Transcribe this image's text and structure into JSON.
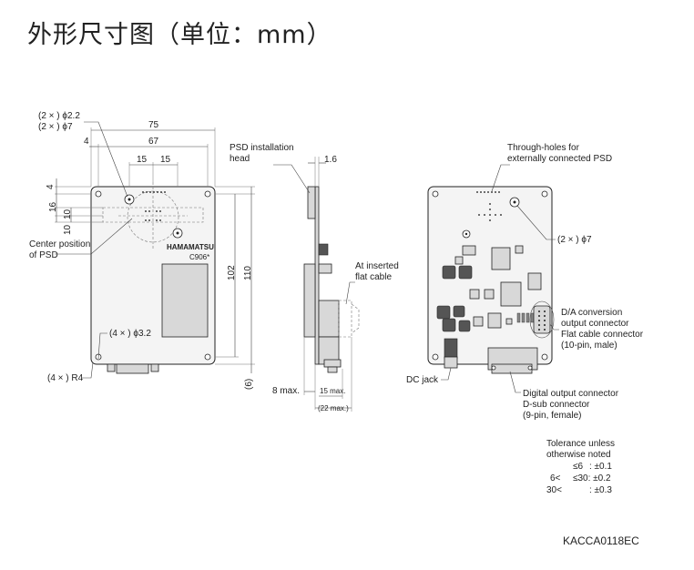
{
  "title": "外形尺寸图（单位：mm）",
  "front_view": {
    "hole_small": "(2 × ) ϕ2.2",
    "hole_large": "(2 × ) ϕ7",
    "dim_75": "75",
    "dim_4": "4",
    "dim_67": "67",
    "dim_15a": "15",
    "dim_15b": "15",
    "dim_4_side": "4",
    "dim_16": "16",
    "dim_10a": "10",
    "dim_10b": "10",
    "center_label_1": "Center position",
    "center_label_2": "of PSD",
    "brand": "HAMAMATSU",
    "model": "C906*",
    "mount_holes": "(4 × ) ϕ3.2",
    "corner_radius": "(4 × ) R4",
    "dim_102": "102",
    "dim_110": "110",
    "dim_6": "(6)"
  },
  "side_view": {
    "psd_head_1": "PSD installation",
    "psd_head_2": "head",
    "dim_1_6": "1.6",
    "cable_1": "At inserted",
    "cable_2": "flat cable",
    "dim_8max": "8 max.",
    "dim_15max": "15 max.",
    "dim_22max": "(22 max.)"
  },
  "back_view": {
    "through_1": "Through-holes for",
    "through_2": "externally connected PSD",
    "hole_large": "(2 × ) ϕ7",
    "da_1": "D/A conversion",
    "da_2": "output connector",
    "da_3": "Flat cable connector",
    "da_4": "(10-pin, male)",
    "dc_jack": "DC jack",
    "digital_1": "Digital output connector",
    "digital_2": "D-sub connector",
    "digital_3": "(9-pin, female)"
  },
  "tolerance": {
    "line1": "Tolerance unless",
    "line2": "otherwise noted",
    "r1a": "≤6",
    "r1b": ": ±0.1",
    "r2a": "6<",
    "r2b": "≤30: ±0.2",
    "r3a": "30<",
    "r3b": ": ±0.3"
  },
  "drawing_code": "KACCA0118EC"
}
